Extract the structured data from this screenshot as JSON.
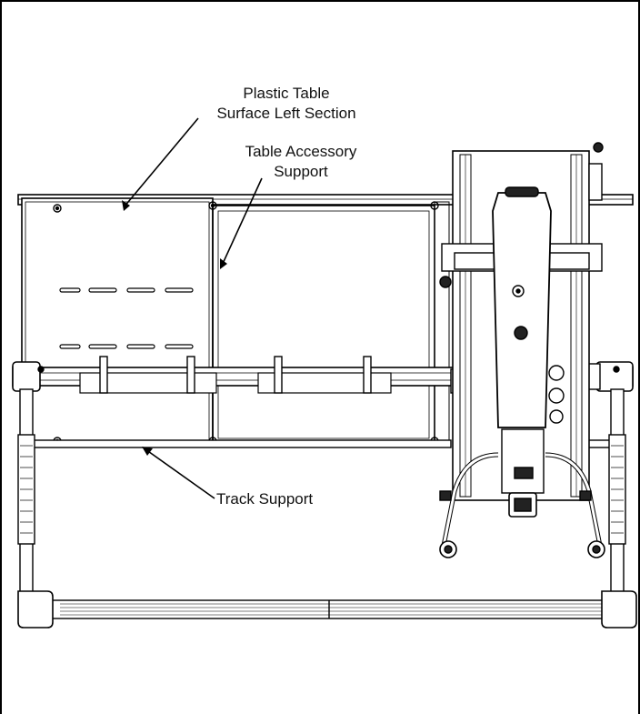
{
  "callouts": {
    "plastic_table": {
      "line1": "Plastic Table",
      "line2": "Surface Left Section"
    },
    "table_accessory": {
      "line1": "Table Accessory",
      "line2": "Support"
    },
    "track_support": {
      "label": "Track Support"
    }
  },
  "colors": {
    "line": "#000000",
    "background": "#ffffff",
    "fill_light": "#e9e9e9",
    "fill_dark": "#222222"
  }
}
